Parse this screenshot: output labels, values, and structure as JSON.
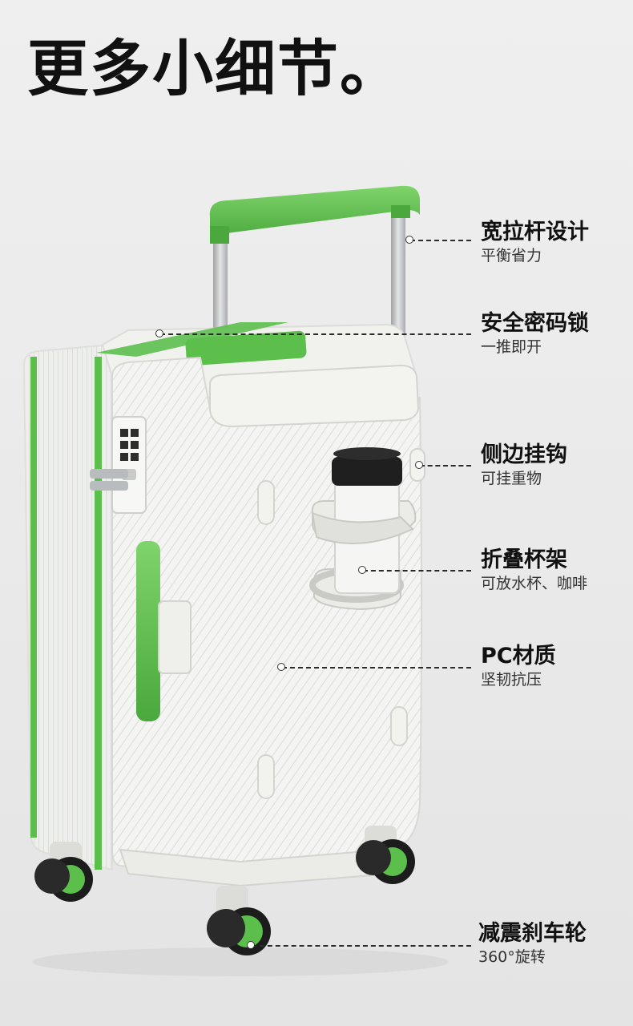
{
  "headline": "更多小细节。",
  "callouts": [
    {
      "title": "宽拉杆设计",
      "sub": "平衡省力"
    },
    {
      "title": "安全密码锁",
      "sub": "一推即开"
    },
    {
      "title": "侧边挂钩",
      "sub": "可挂重物"
    },
    {
      "title": "折叠杯架",
      "sub": "可放水杯、咖啡"
    },
    {
      "title": "PC材质",
      "sub": "坚韧抗压"
    },
    {
      "title": "减震刹车轮",
      "sub": "360°旋转"
    }
  ],
  "colors": {
    "accent_green": "#5cbf4c",
    "shell": "#f5f6f3",
    "frame_silver": "#b9bcbe",
    "wheel_dark": "#1c1c1c"
  },
  "icons": [
    "luggage-image",
    "cup-holder",
    "combination-lock",
    "wheel"
  ]
}
